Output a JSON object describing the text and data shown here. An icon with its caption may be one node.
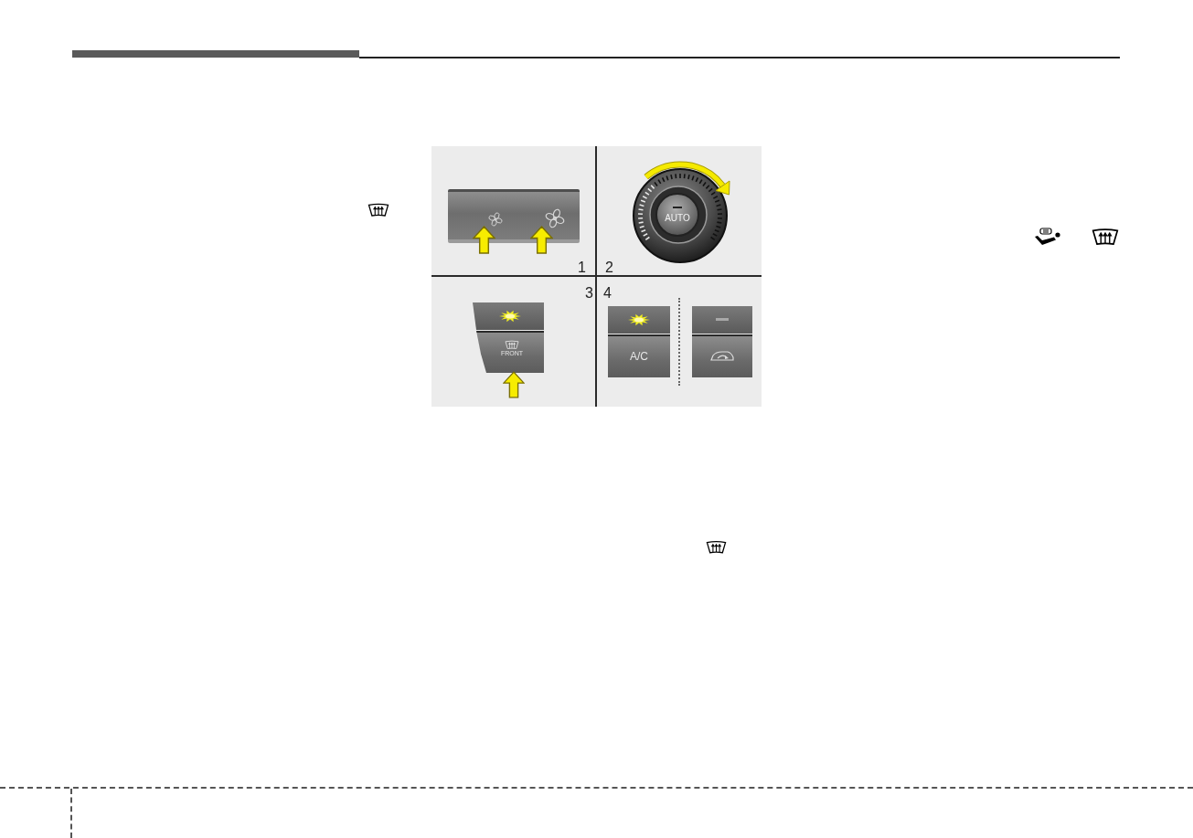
{
  "diagram": {
    "labels": [
      "AUTO",
      "1",
      "2",
      "3",
      "4",
      "FRONT",
      "A/C"
    ]
  }
}
